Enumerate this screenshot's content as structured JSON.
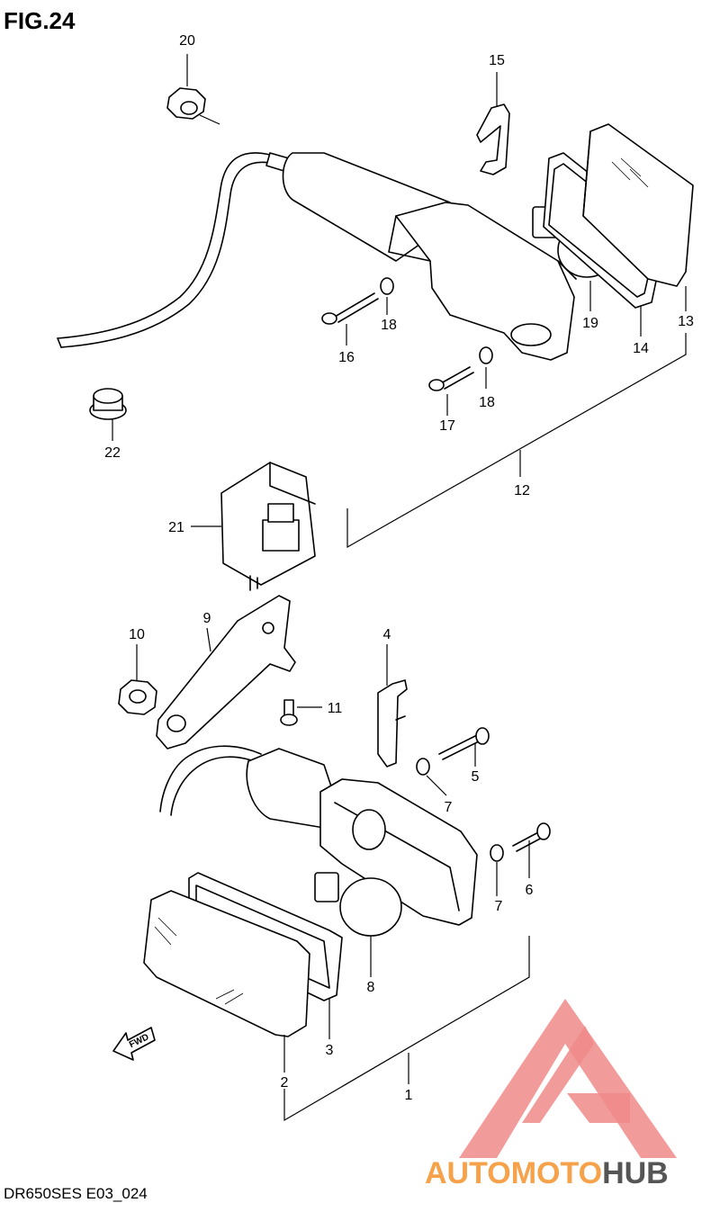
{
  "figure": {
    "title": "FIG.24",
    "footer": "DR650SES E03_024"
  },
  "fwd_label": "FWD",
  "callouts": [
    {
      "id": "c1",
      "label": "1"
    },
    {
      "id": "c2",
      "label": "2"
    },
    {
      "id": "c3",
      "label": "3"
    },
    {
      "id": "c4",
      "label": "4"
    },
    {
      "id": "c5",
      "label": "5"
    },
    {
      "id": "c6",
      "label": "6"
    },
    {
      "id": "c7a",
      "label": "7"
    },
    {
      "id": "c7b",
      "label": "7"
    },
    {
      "id": "c8",
      "label": "8"
    },
    {
      "id": "c9",
      "label": "9"
    },
    {
      "id": "c10",
      "label": "10"
    },
    {
      "id": "c11",
      "label": "11"
    },
    {
      "id": "c12",
      "label": "12"
    },
    {
      "id": "c13",
      "label": "13"
    },
    {
      "id": "c14",
      "label": "14"
    },
    {
      "id": "c15",
      "label": "15"
    },
    {
      "id": "c16",
      "label": "16"
    },
    {
      "id": "c17",
      "label": "17"
    },
    {
      "id": "c18a",
      "label": "18"
    },
    {
      "id": "c18b",
      "label": "18"
    },
    {
      "id": "c19",
      "label": "19"
    },
    {
      "id": "c20",
      "label": "20"
    },
    {
      "id": "c21",
      "label": "21"
    },
    {
      "id": "c22",
      "label": "22"
    }
  ],
  "watermark": {
    "part1": "AUTOMOTO",
    "part2": "HUB",
    "color1": "#f5a24a",
    "color2": "#555555",
    "logo_color": "#f08a8a"
  }
}
